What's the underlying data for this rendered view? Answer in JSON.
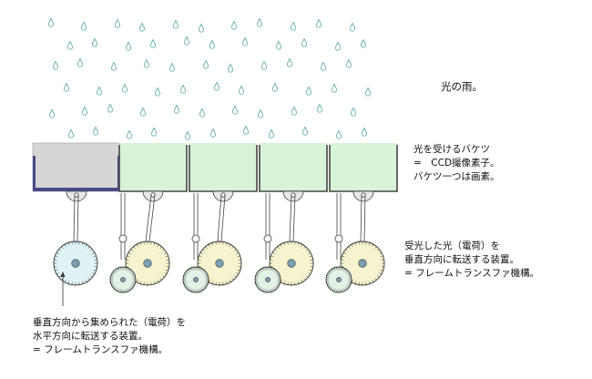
{
  "title": "光の雨。",
  "bucket_label": {
    "lines": [
      "光を受けるバケツ",
      "=　CCD撮像素子。",
      "バケツ一つは画素。"
    ]
  },
  "vertical_label": {
    "lines": [
      "受光した光（電荷）を",
      "垂直方向に転送する装置。",
      "= フレームトランスファ機構。"
    ]
  },
  "horizontal_label": {
    "lines": [
      "垂直方向から集められた（電荷）を",
      "水平方向に転送する装置。",
      "= フレームトランスファ機構。"
    ]
  },
  "colors": {
    "rain": "#5aa7a7",
    "bucket_water": "#d8f3d8",
    "bucket_first_fill": "#d6d6d6",
    "bucket_first_base": "#4a4a8a",
    "gear_blue": "#dff3f6",
    "gear_yellow": "#f7f3cf",
    "gear_green": "#e2f3e6",
    "stroke": "#333333"
  }
}
